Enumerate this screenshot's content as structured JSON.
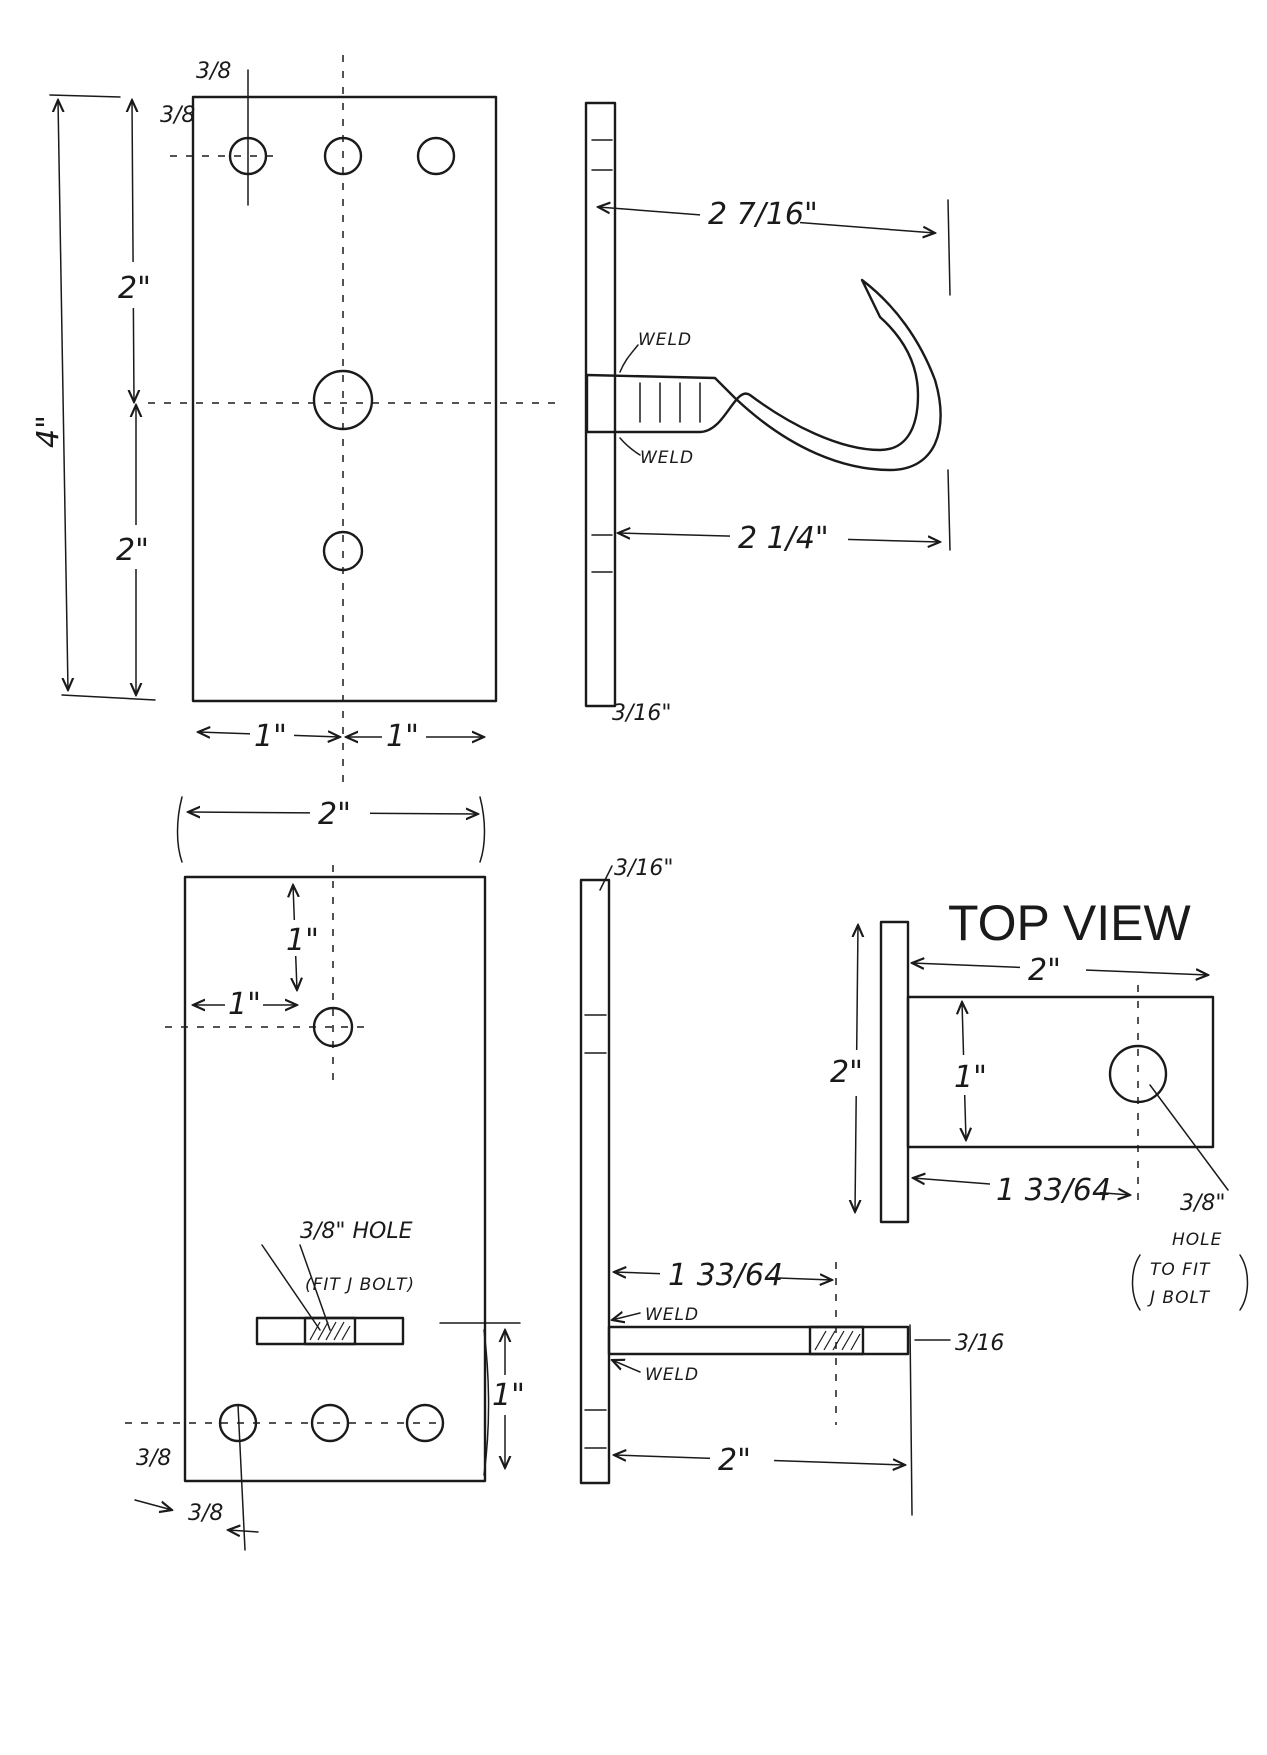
{
  "view_labels": {
    "top_view": "TOP VIEW"
  },
  "upper_front": {
    "edge_offset_top": "3/8",
    "edge_offset_left": "3/8",
    "upper_spacing": "2\"",
    "lower_spacing": "2\"",
    "overall_height": "4\"",
    "half_width_left": "1\"",
    "half_width_right": "1\""
  },
  "upper_side": {
    "hook_reach": "2 7/16\"",
    "arm_length": "2 1/4\"",
    "plate_thickness": "3/16\"",
    "weld_top": "WELD",
    "weld_bottom": "WELD"
  },
  "lower_front": {
    "overall_width": "2\"",
    "top_to_hole": "1\"",
    "side_to_hole": "1\"",
    "slot_note_line1": "3/8\" HOLE",
    "slot_note_line2": "(FIT J BOLT)",
    "bottom_spacing": "1\"",
    "edge_offset_bottom": "3/8",
    "edge_offset_left": "3/8"
  },
  "lower_side": {
    "plate_thickness": "3/16\"",
    "hole_location": "1 33/64",
    "weld_top": "WELD",
    "weld_bottom": "WELD",
    "tab_thickness": "3/16",
    "tab_length": "2\""
  },
  "top_view": {
    "tab_length": "2\"",
    "plate_height": "2\"",
    "tab_width": "1\"",
    "hole_location": "1 33/64",
    "hole_size": "3/8\"",
    "hole_note_line1": "HOLE",
    "hole_note_line2": "TO FIT",
    "hole_note_line3": "J BOLT"
  }
}
